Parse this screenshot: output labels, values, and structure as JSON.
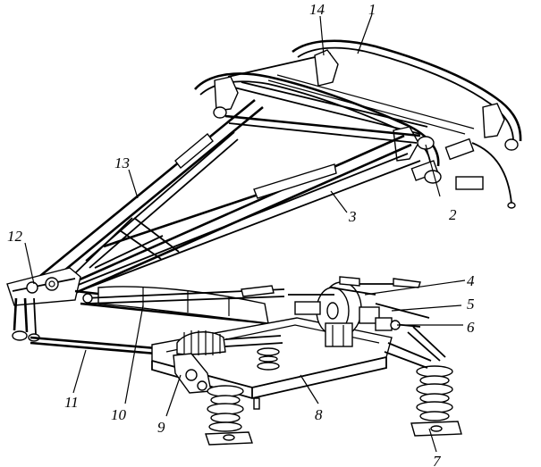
{
  "labels": [
    "1",
    "2",
    "3",
    "4",
    "5",
    "6",
    "7",
    "8",
    "9",
    "10",
    "11",
    "12",
    "13",
    "14"
  ]
}
